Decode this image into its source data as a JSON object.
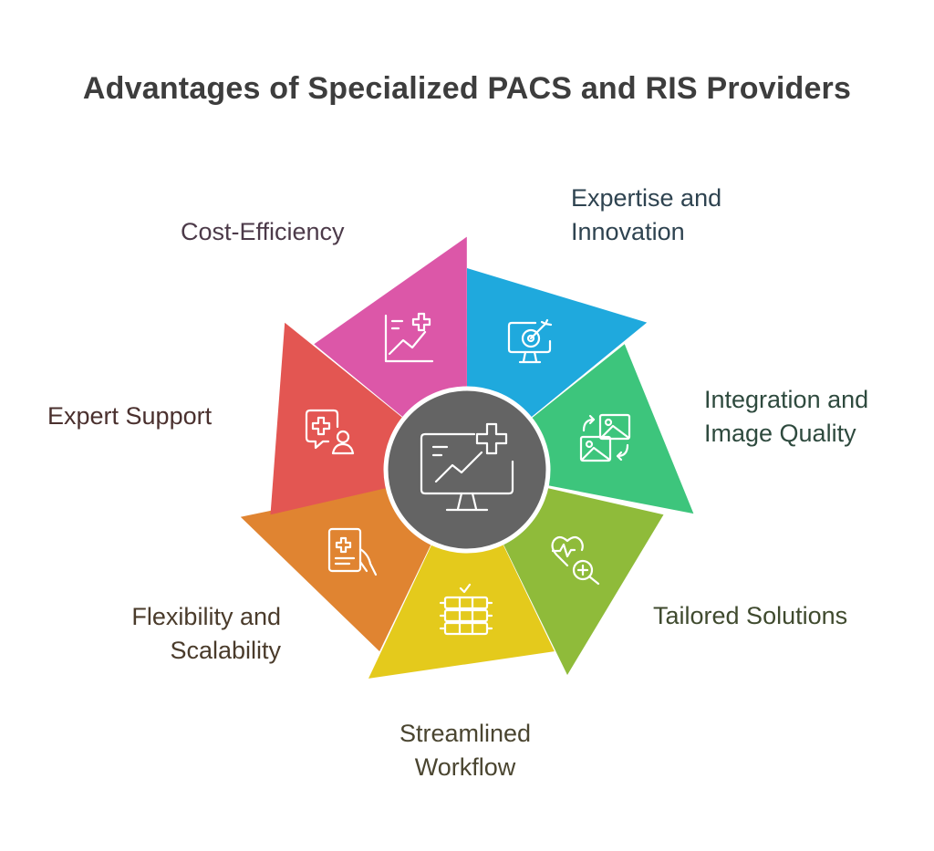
{
  "title": "Advantages of Specialized PACS and RIS Providers",
  "center": {
    "icon": "monitor-chart-medical-cross-icon",
    "color": "#646464"
  },
  "segments": [
    {
      "id": "cost",
      "label_lines": [
        "Cost-Efficiency"
      ],
      "color": "#dc57a8",
      "icon": "chart-plus-icon"
    },
    {
      "id": "expertise",
      "label_lines": [
        "Expertise and",
        "Innovation"
      ],
      "color": "#1fa9dd",
      "icon": "monitor-target-icon"
    },
    {
      "id": "integration",
      "label_lines": [
        "Integration and",
        "Image Quality"
      ],
      "color": "#3dc57c",
      "icon": "image-sync-icon"
    },
    {
      "id": "tailored",
      "label_lines": [
        "Tailored Solutions"
      ],
      "color": "#8fbb3a",
      "icon": "heart-search-icon"
    },
    {
      "id": "streamlined",
      "label_lines": [
        "Streamlined",
        "Workflow"
      ],
      "color": "#e4ca1c",
      "icon": "workflow-stack-icon"
    },
    {
      "id": "flex",
      "label_lines": [
        "Flexibility and",
        "Scalability"
      ],
      "color": "#e08431",
      "icon": "tablet-hand-icon"
    },
    {
      "id": "support",
      "label_lines": [
        "Expert Support"
      ],
      "color": "#e35652",
      "icon": "chat-medical-user-icon"
    }
  ]
}
